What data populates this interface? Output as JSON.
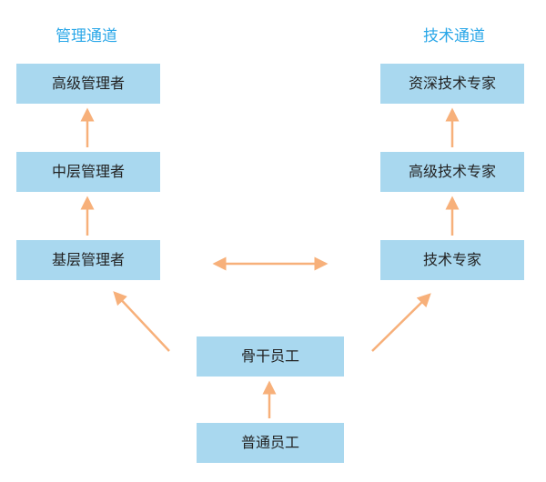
{
  "headings": {
    "management": "管理通道",
    "technical": "技术通道"
  },
  "management_track": {
    "senior": "高级管理者",
    "middle": "中层管理者",
    "base": "基层管理者"
  },
  "technical_track": {
    "senior_expert": "资深技术专家",
    "advanced_expert": "高级技术专家",
    "expert": "技术专家"
  },
  "staff": {
    "backbone": "骨干员工",
    "regular": "普通员工"
  },
  "colors": {
    "heading": "#2aa7e8",
    "box": "#a9d8ef",
    "arrow": "#f7b07a"
  }
}
